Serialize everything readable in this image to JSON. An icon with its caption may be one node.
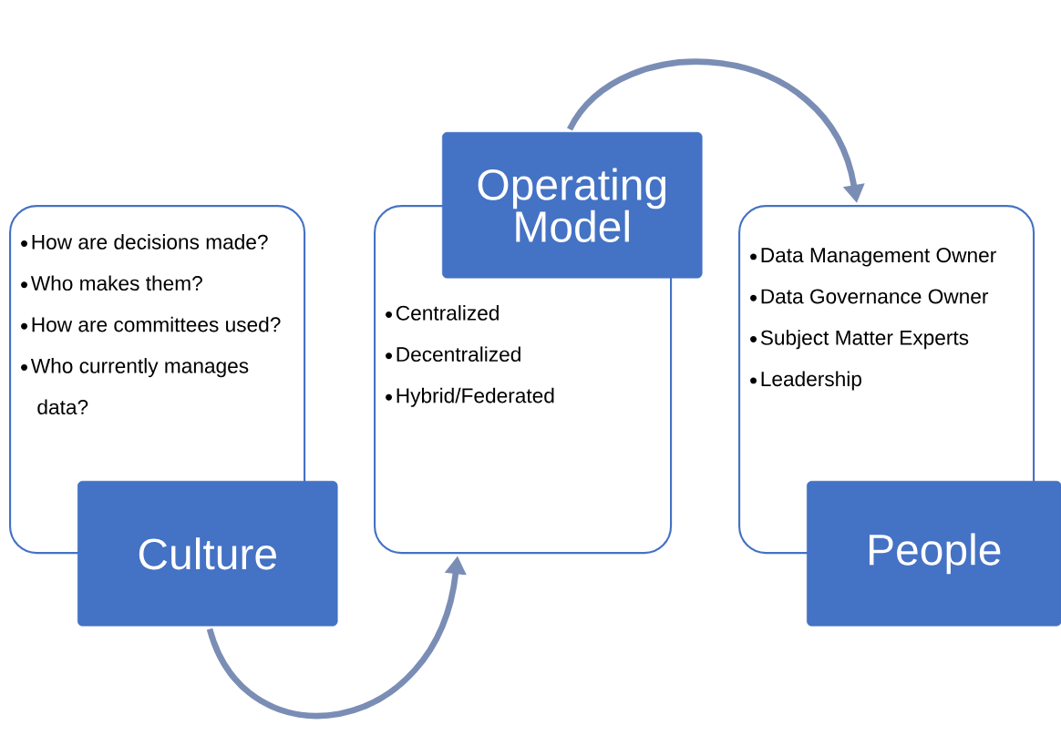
{
  "diagram": {
    "nodes": [
      {
        "text": [
          "How are decisions made?",
          "Who makes them?",
          "How are committees used?",
          "Who currently manages data?"
        ]
      },
      {
        "text": [
          "Culture"
        ]
      },
      {
        "text": [
          "Centralized",
          "Decentralized",
          "Hybrid/Federated"
        ]
      },
      {
        "text": [
          "Operating Model"
        ]
      },
      {
        "text": [
          "Data Management Owner",
          "Data Governance Owner",
          "Subject Matter Experts",
          "Leadership"
        ]
      },
      {
        "text": [
          "People"
        ]
      }
    ],
    "edges": [
      {
        "from": 1,
        "to": 2,
        "arrow": "to"
      },
      {
        "from": 3,
        "to": 4,
        "arrow": "to"
      }
    ]
  }
}
